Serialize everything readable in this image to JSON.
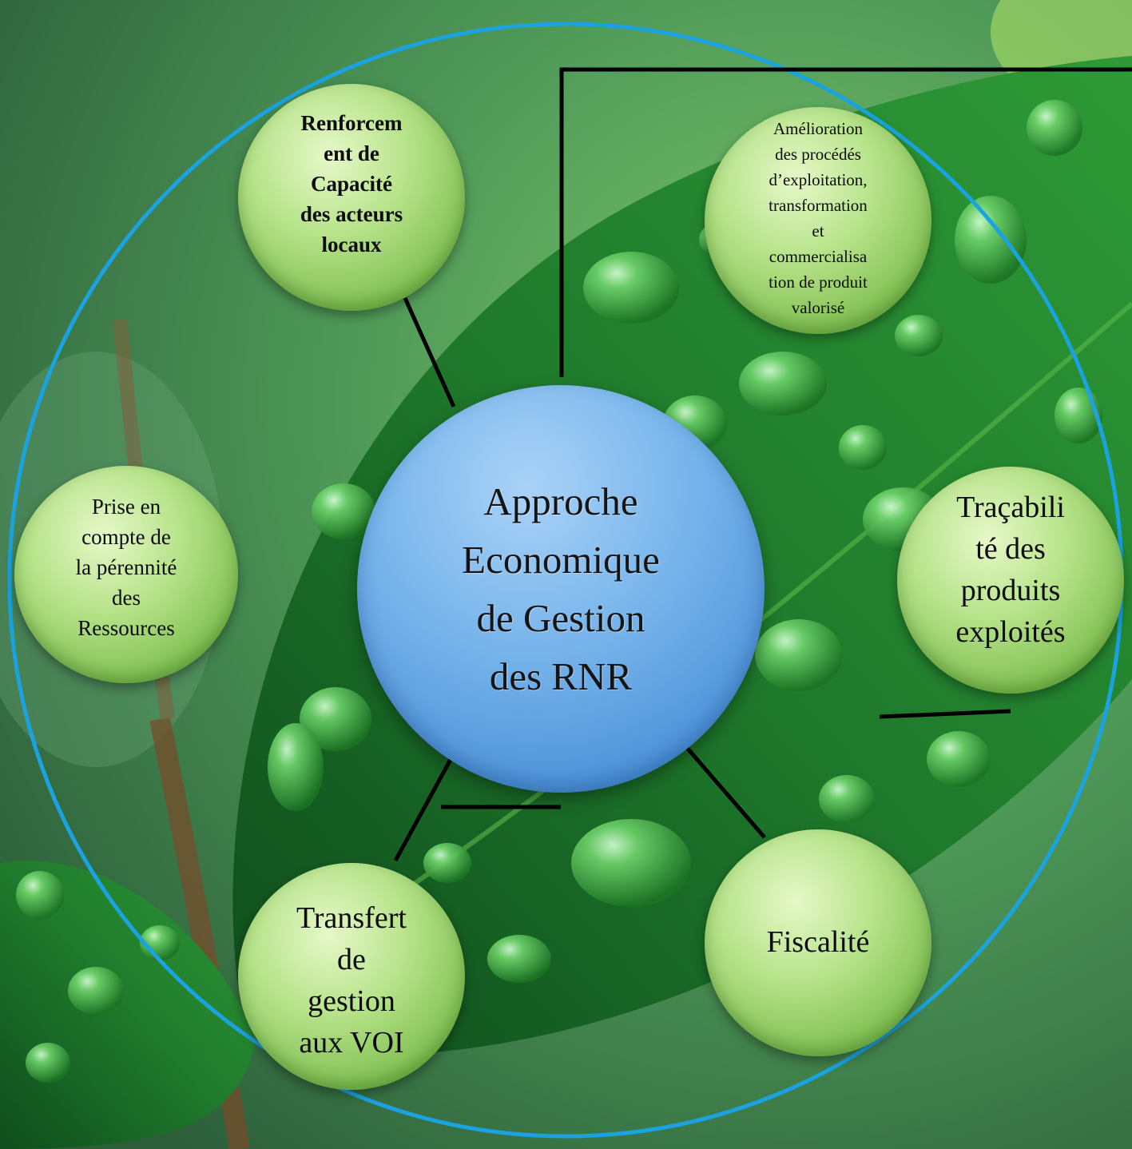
{
  "colors": {
    "ring": "#1aa3e0",
    "connector": "#000000",
    "center_fill": "#5fa2e2",
    "node_fill": "#a6d878"
  },
  "center": {
    "label": "Approche\nEconomique\nde Gestion\ndes RNR"
  },
  "nodes": {
    "renforcement": {
      "label": "Renforcem\nent de\nCapacité\ndes acteurs\nlocaux"
    },
    "amelioration": {
      "label": "Amélioration\ndes procédés\nd’exploitation,\ntransformation\net\ncommercialisa\ntion de produit\nvalorisé"
    },
    "perennite": {
      "label": "Prise en\ncompte de\nla pérennité\ndes\nRessources"
    },
    "tracabilite": {
      "label": "Traçabili\nté des\nproduits\nexploités"
    },
    "transfert": {
      "label": "Transfert\nde\ngestion\naux VOI"
    },
    "fiscalite": {
      "label": "Fiscalité"
    }
  }
}
